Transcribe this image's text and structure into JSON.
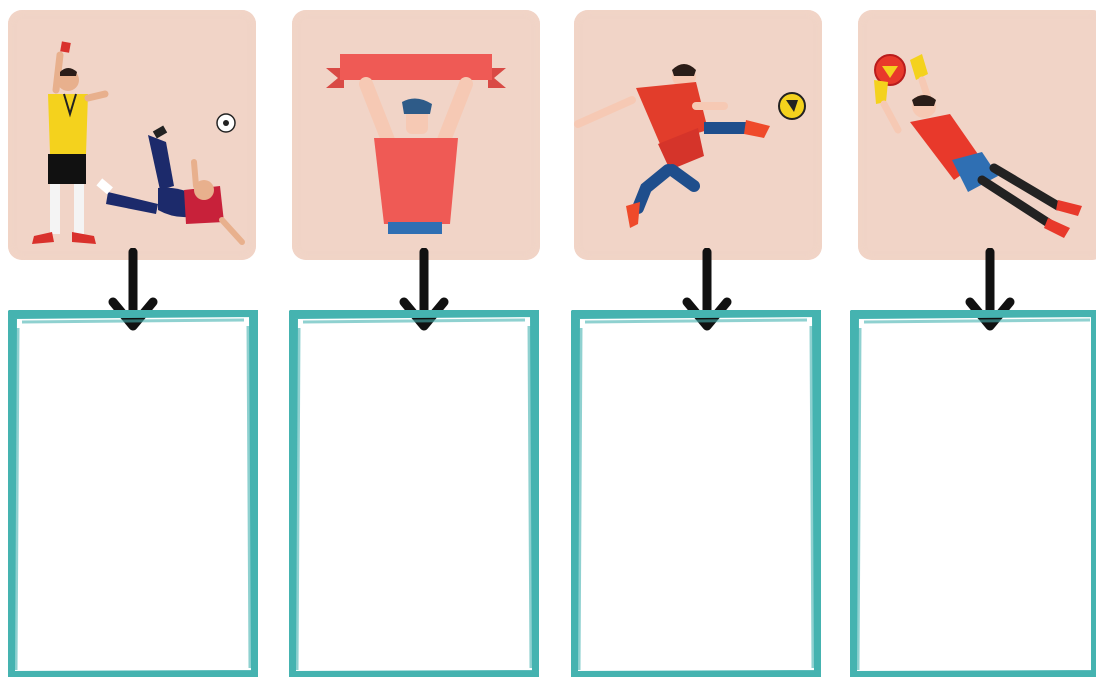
{
  "colors": {
    "card_background": "#f1d4c7",
    "box_border": "#45b3b0",
    "arrow": "#111111",
    "jersey_red": "#e94b3c",
    "referee_yellow": "#f4d21d",
    "shorts_blue": "#2f6fb3",
    "banner_red": "#ef5a55"
  },
  "cards": [
    {
      "illustration": "referee-red-card-and-bicycle-kick-player"
    },
    {
      "illustration": "fan-holding-banner"
    },
    {
      "illustration": "player-volley-kick"
    },
    {
      "illustration": "goalkeeper-diving-save"
    }
  ],
  "answer_boxes": [
    {
      "value": ""
    },
    {
      "value": ""
    },
    {
      "value": ""
    },
    {
      "value": ""
    }
  ]
}
